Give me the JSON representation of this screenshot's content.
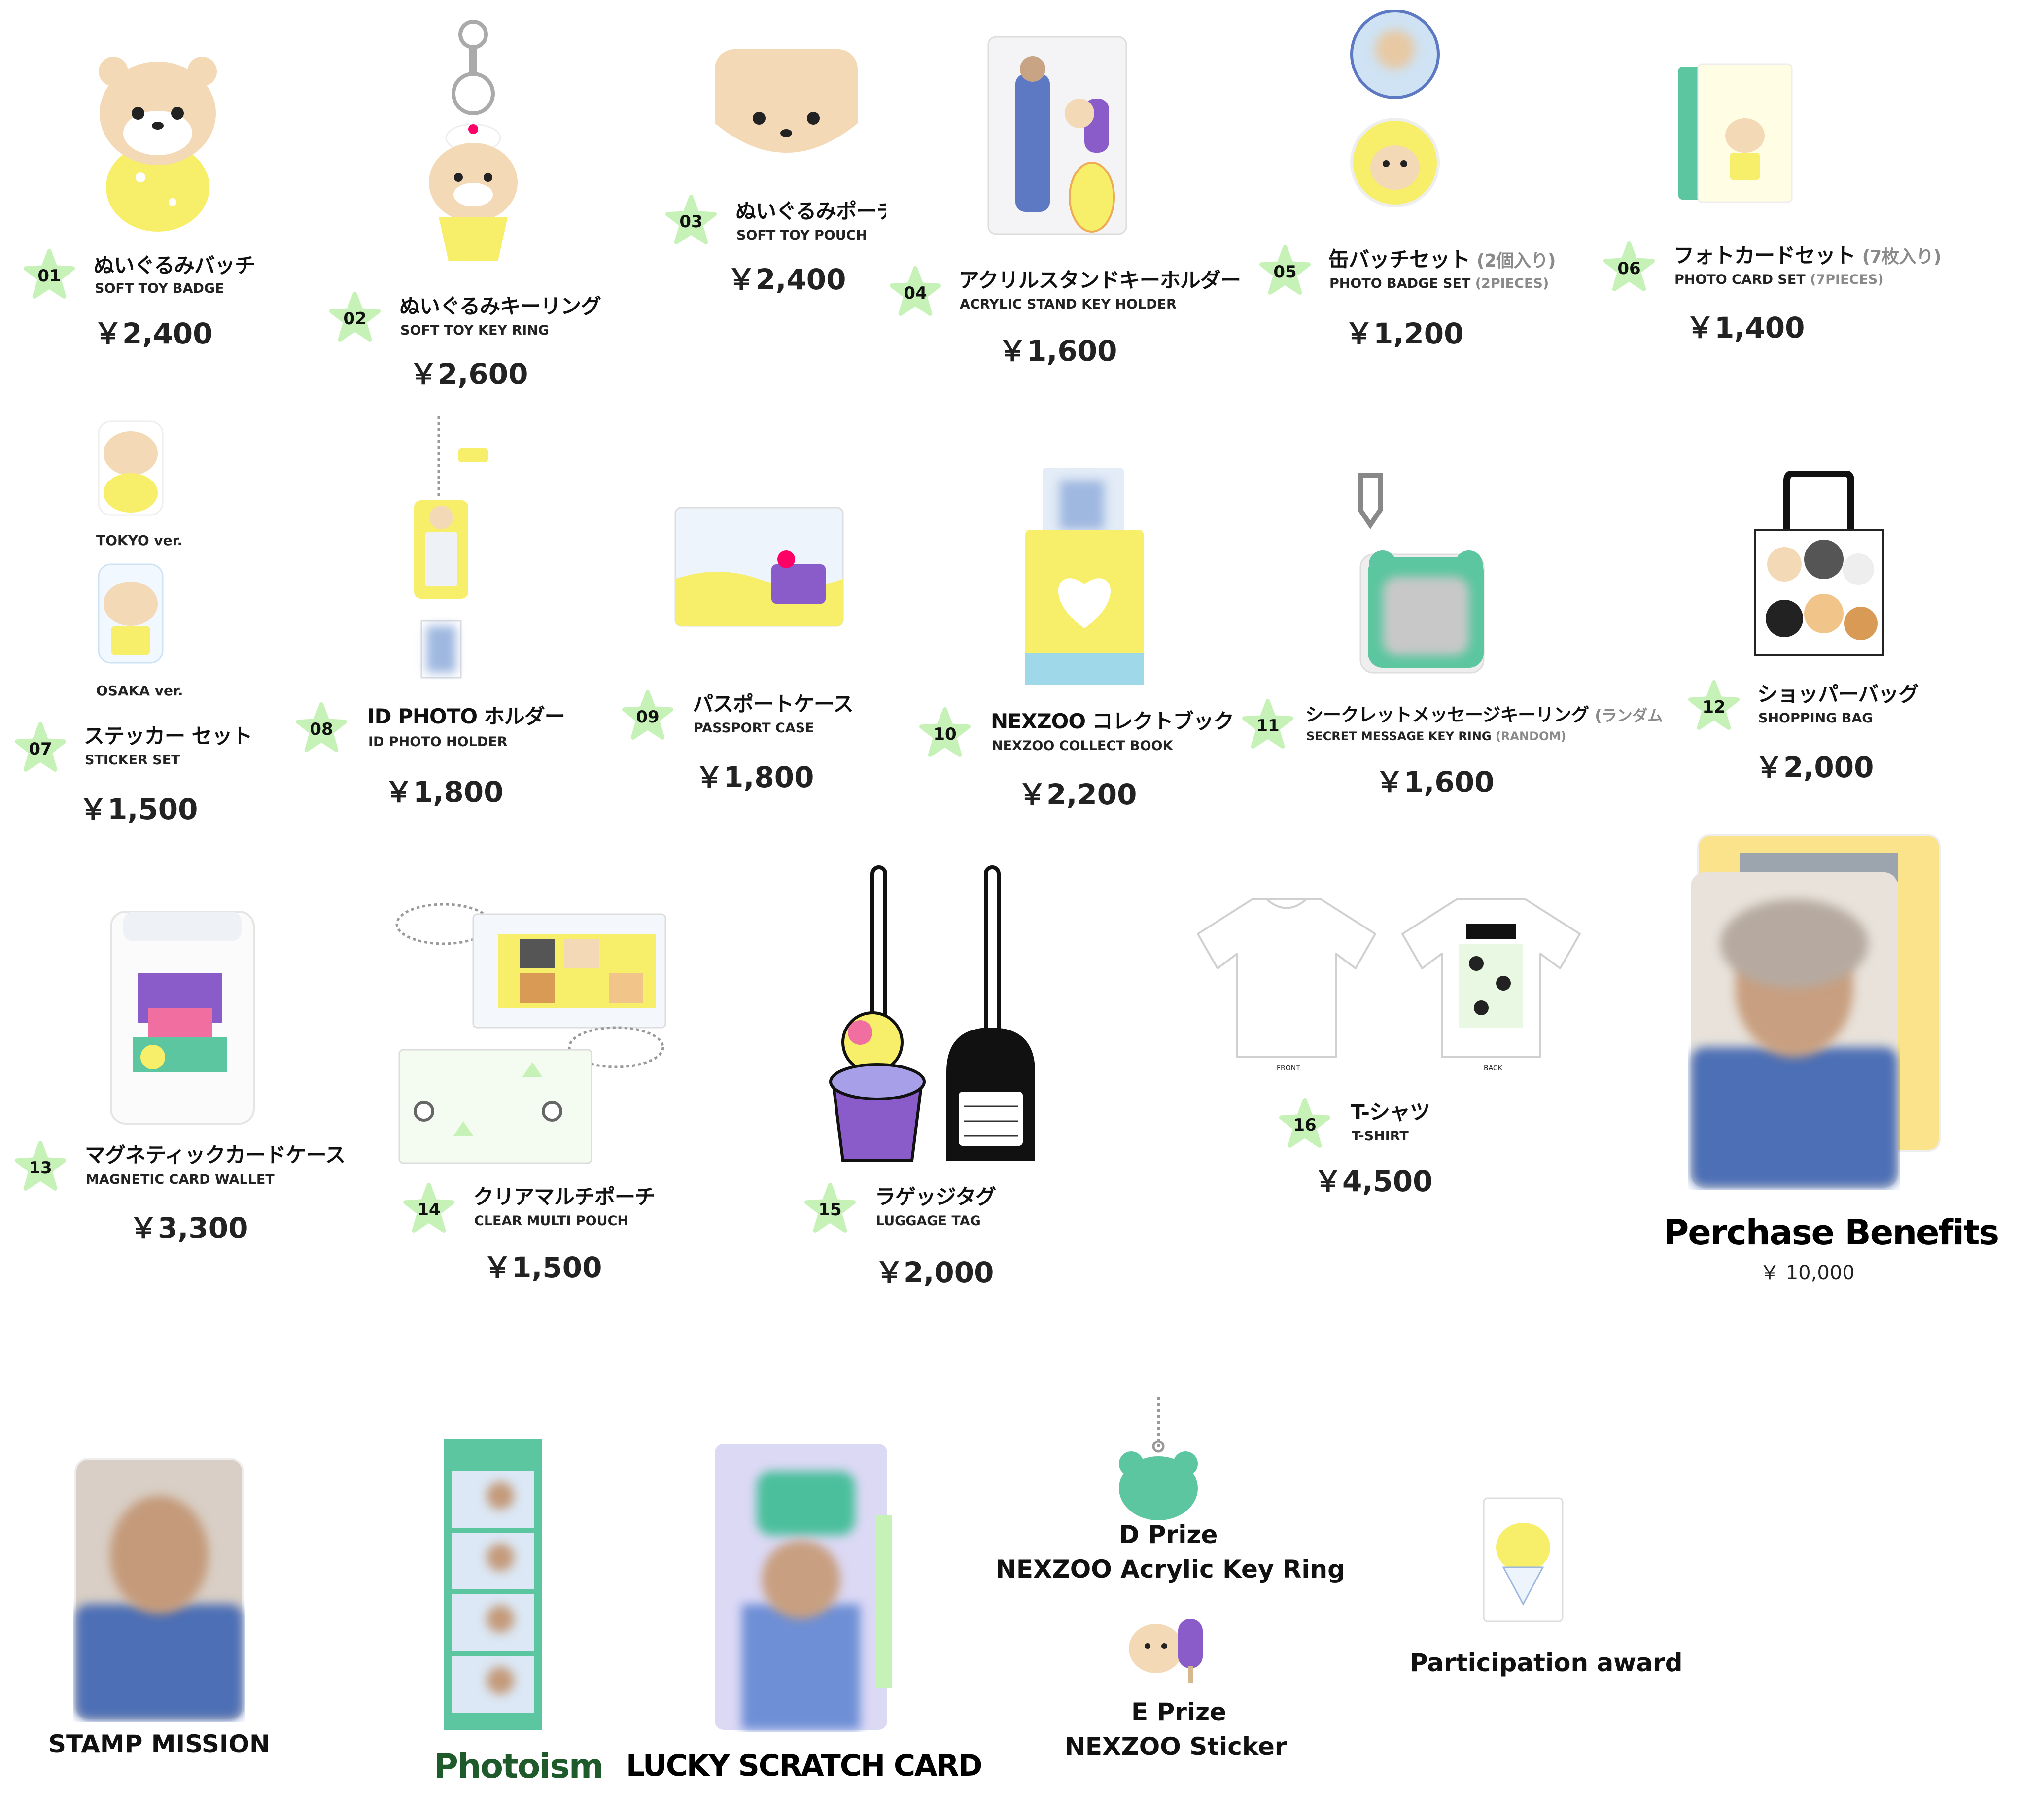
{
  "items": [
    {
      "no": "01",
      "jp": "ぬいぐるみバッチ",
      "jp_note": "",
      "en": "SOFT TOY BADGE",
      "en_note": "",
      "price": "￥2,400"
    },
    {
      "no": "02",
      "jp": "ぬいぐるみキーリング",
      "jp_note": "",
      "en": "SOFT TOY KEY RING",
      "en_note": "",
      "price": "￥2,600"
    },
    {
      "no": "03",
      "jp": "ぬいぐるみポーチ",
      "jp_note": "",
      "en": "SOFT TOY POUCH",
      "en_note": "",
      "price": "￥2,400"
    },
    {
      "no": "04",
      "jp": "アクリルスタンドキーホルダー",
      "jp_note": "",
      "en": "ACRYLIC STAND KEY HOLDER",
      "en_note": "",
      "price": "￥1,600"
    },
    {
      "no": "05",
      "jp": "缶バッチセット",
      "jp_note": "(2個入り)",
      "en": "PHOTO BADGE SET",
      "en_note": "(2PIECES)",
      "price": "￥1,200"
    },
    {
      "no": "06",
      "jp": "フォトカードセット",
      "jp_note": "(7枚入り)",
      "en": "PHOTO CARD SET",
      "en_note": "(7PIECES)",
      "price": "￥1,400"
    },
    {
      "no": "07",
      "jp": "ステッカー セット",
      "jp_note": "",
      "en": "STICKER SET",
      "en_note": "",
      "price": "￥1,500"
    },
    {
      "no": "08",
      "jp": "ID PHOTO ホルダー",
      "jp_note": "",
      "en": "ID PHOTO HOLDER",
      "en_note": "",
      "price": "￥1,800"
    },
    {
      "no": "09",
      "jp": "パスポートケース",
      "jp_note": "",
      "en": "PASSPORT CASE",
      "en_note": "",
      "price": "￥1,800"
    },
    {
      "no": "10",
      "jp": "NEXZOO コレクトブック",
      "jp_note": "",
      "en": "NEXZOO COLLECT BOOK",
      "en_note": "",
      "price": "￥2,200"
    },
    {
      "no": "11",
      "jp": "シークレットメッセージキーリング",
      "jp_note": "(ランダム",
      "en": "SECRET MESSAGE KEY RING",
      "en_note": "(RANDOM)",
      "price": "￥1,600"
    },
    {
      "no": "12",
      "jp": "ショッパーバッグ",
      "jp_note": "",
      "en": "SHOPPING BAG",
      "en_note": "",
      "price": "￥2,000"
    },
    {
      "no": "13",
      "jp": "マグネティックカードケース",
      "jp_note": "",
      "en": "MAGNETIC CARD WALLET",
      "en_note": "",
      "price": "￥3,300"
    },
    {
      "no": "14",
      "jp": "クリアマルチポーチ",
      "jp_note": "",
      "en": "CLEAR MULTI POUCH",
      "en_note": "",
      "price": "￥1,500"
    },
    {
      "no": "15",
      "jp": "ラゲッジタグ",
      "jp_note": "",
      "en": "LUGGAGE TAG",
      "en_note": "",
      "price": "￥2,000"
    },
    {
      "no": "16",
      "jp": "T-シャツ",
      "jp_note": "",
      "en": "T-SHIRT",
      "en_note": "",
      "price": "￥4,500"
    }
  ],
  "sticker_versions": {
    "tokyo": "TOKYO ver.",
    "osaka": "OSAKA ver."
  },
  "tshirt": {
    "front": "FRONT",
    "back": "BACK"
  },
  "benefits": {
    "title": "Perchase Benefits",
    "price": "￥ 10,000"
  },
  "events": {
    "stamp": "STAMP MISSION",
    "photoism": "Photoism",
    "scratch": "LUCKY SCRATCH CARD",
    "d_prize": "D Prize",
    "d_prize_name": "NEXZOO Acrylic Key Ring",
    "e_prize": "E Prize",
    "e_prize_name": "NEXZOO Sticker",
    "participation": "Participation award"
  },
  "colors": {
    "star": "#c6f2b8",
    "yellow": "#f7ee6a",
    "mint": "#5bc6a0",
    "beige": "#f3d9b5",
    "blue": "#5d79c4"
  }
}
